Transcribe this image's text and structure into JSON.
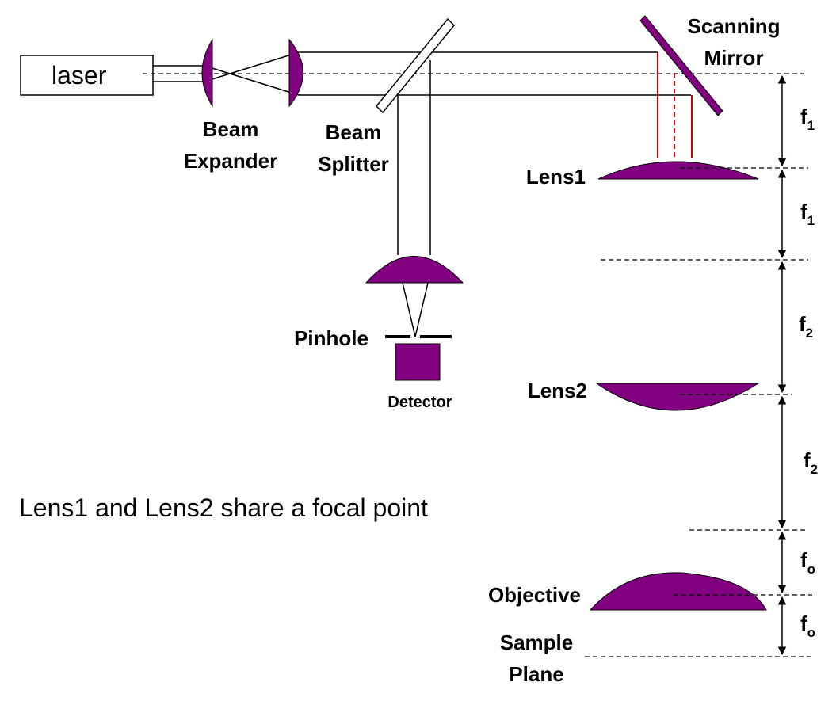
{
  "colors": {
    "optic_fill": "#800080",
    "scan_ray": "#cc0000",
    "line": "#000000"
  },
  "labels": {
    "laser": "laser",
    "beam_expander_line1": "Beam",
    "beam_expander_line2": "Expander",
    "beam_splitter_line1": "Beam",
    "beam_splitter_line2": "Splitter",
    "scanning_mirror_line1": "Scanning",
    "scanning_mirror_line2": "Mirror",
    "lens1": "Lens1",
    "lens2": "Lens2",
    "pinhole": "Pinhole",
    "detector": "Detector",
    "objective": "Objective",
    "sample_plane_line1": "Sample",
    "sample_plane_line2": "Plane",
    "caption": "Lens1 and Lens2 share a focal point"
  },
  "distances": [
    {
      "base": "f",
      "sub": "1"
    },
    {
      "base": "f",
      "sub": "1"
    },
    {
      "base": "f",
      "sub": "2"
    },
    {
      "base": "f",
      "sub": "2"
    },
    {
      "base": "f",
      "sub": "o"
    },
    {
      "base": "f",
      "sub": "o"
    }
  ]
}
